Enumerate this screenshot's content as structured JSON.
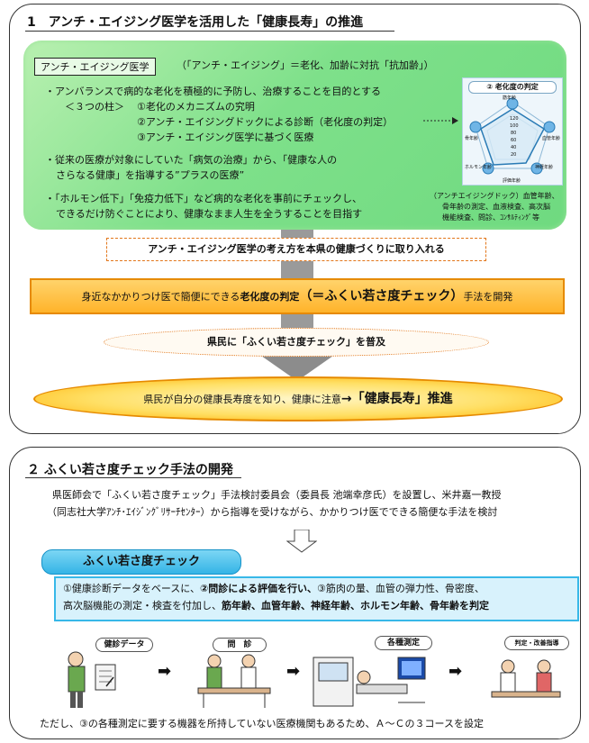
{
  "section1": {
    "title": "1　アンチ・エイジング医学を活用した「健康長寿」の推進",
    "tag": "アンチ・エイジング医学",
    "tag_desc": "（「アンチ・エイジング」＝老化、加齢に対抗「抗加齢」）",
    "bullet1": "・アンバランスで病的な老化を積極的に予防し、治療することを目的とする",
    "pillars_label": "＜３つの柱＞",
    "pillar1": "①老化のメカニズムの究明",
    "pillar2": "②アンチ・エイジングドックによる診断（老化度の判定）",
    "pillar3": "③アンチ・エイジング医学に基づく医療",
    "bullet2_l1": "・従来の医療が対象にしていた「病気の治療」から、「健康な人の",
    "bullet2_l2": "さらなる健康」を指導する”プラスの医療”",
    "bullet3_l1": "・「ホルモン低下」「免疫力低下」など病的な老化を事前にチェックし、",
    "bullet3_l2": "できるだけ防ぐことにより、健康なまま人生を全うすることを目指す",
    "diagram_title": "② 老化度の判定",
    "diagram_labels": [
      "筋年齢",
      "血管年齢",
      "神経年齢",
      "評価年齢",
      "ホルモン年齢",
      "骨年齢"
    ],
    "diagram_ticks": [
      "120",
      "100",
      "80",
      "60",
      "40",
      "20"
    ],
    "dock_note_l1": "（アンチエイジングドック）血管年齢、",
    "dock_note_l2": "骨年齢の測定、血液検査、高次脳",
    "dock_note_l3": "機能検査、問診、ｺﾝｻﾙﾃｨﾝｸﾞ等",
    "flow1": "アンチ・エイジング医学の考え方を本県の健康づくりに取り入れる",
    "flow2_a": "身近なかかりつけ医で簡便にできる",
    "flow2_b": "老化度の判定",
    "flow2_c": "（＝ふくい若さ度チェック）",
    "flow2_d": "手法を開発",
    "flow3": "県民に「ふくい若さ度チェック」を普及",
    "flow4_a": "県民が自分の健康長寿度を知り、健康に注意",
    "flow4_b": "→「健康長寿」推進"
  },
  "section2": {
    "title": "２ ふくい若さ度チェック手法の開発",
    "desc_l1": "県医師会で「ふくい若さ度チェック」手法検討委員会（委員長 池端幸彦氏）を設置し、米井嘉一教授",
    "desc_l2": "（同志社大学ｱﾝﾁ･ｴｲｼﾞﾝｸﾞﾘｻｰﾁｾﾝﾀｰ）から指導を受けながら、かかりつけ医でできる簡便な手法を検討",
    "check_tag": "ふくい若さ度チェック",
    "box_l1_a": "①健康診断データをベースに、",
    "box_l1_b": "②問診による評価を行い、",
    "box_l1_c": "③筋肉の量、血管の弾力性、骨密度、",
    "box_l2_a": "高次脳機能の測定・検査を付加し、",
    "box_l2_b": "筋年齢、血管年齢、神経年齢、ホルモン年齢、骨年齢を判定",
    "steps": [
      "健診データ",
      "問　診",
      "各種測定",
      "判定・改善指導"
    ],
    "footer": "ただし、③の各種測定に要する機器を所持していない医療機関もあるため、Ａ～Ｃの３コースを設定"
  },
  "colors": {
    "green": "#7ee08a",
    "orange": "#ffb32a",
    "blue": "#34b4e6",
    "arrow_gray": "#8c8c8c"
  }
}
